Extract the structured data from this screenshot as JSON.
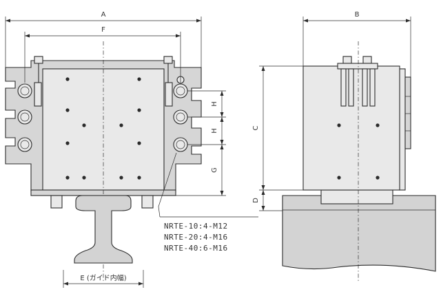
{
  "dimensions": {
    "a": "A",
    "b": "B",
    "c": "C",
    "d": "D",
    "e": "E (ガイド内幅)",
    "f": "F",
    "g": "G",
    "h1": "H",
    "h2": "H"
  },
  "notes": [
    "NRTE-10:4-M12",
    "NRTE-20:4-M16",
    "NRTE-40:6-M16"
  ]
}
